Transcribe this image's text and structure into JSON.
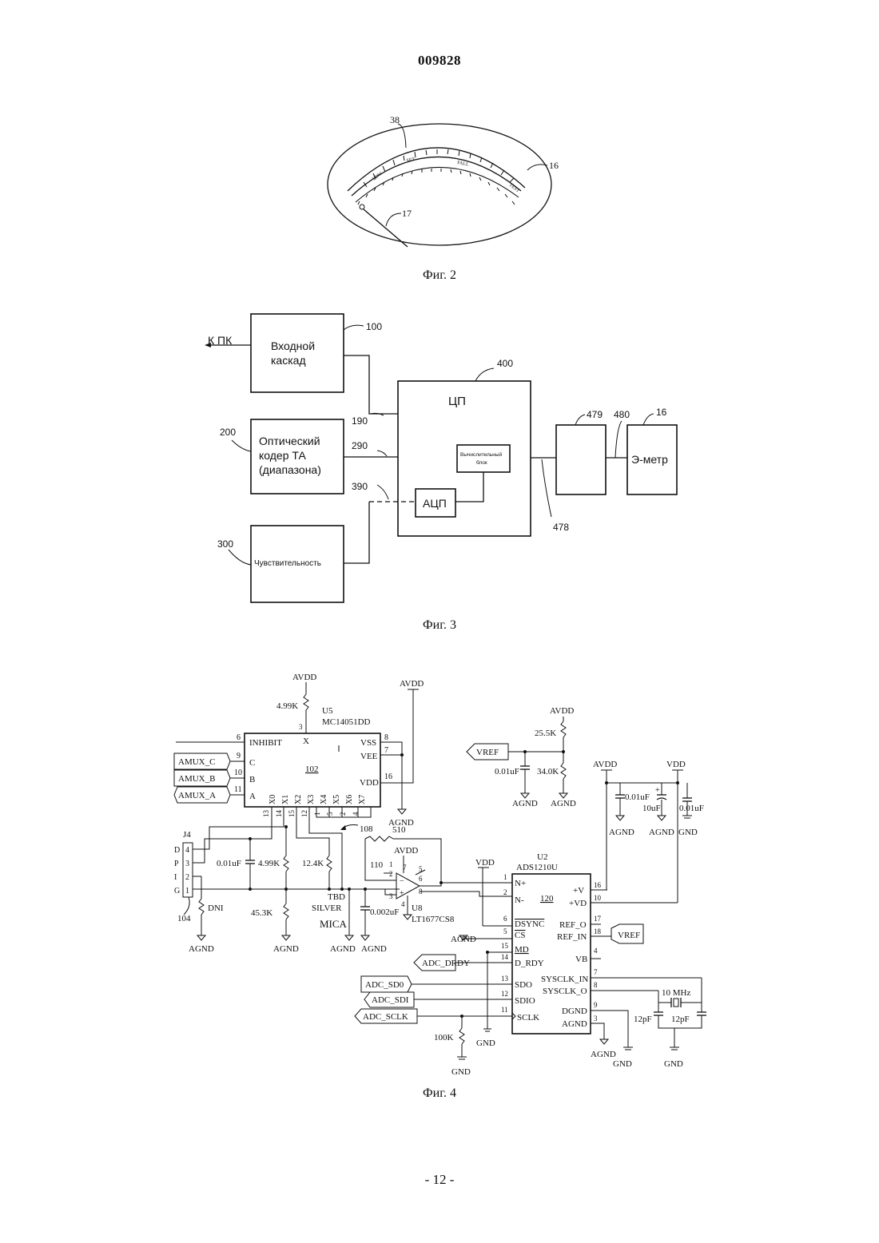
{
  "header": {
    "doc_number": "009828"
  },
  "fig2": {
    "caption": "Фиг. 2",
    "refs": {
      "scale": "38",
      "meter": "16",
      "needle": "17"
    },
    "scale_marks": [
      "LOW",
      "SET",
      "FALL",
      "TEST"
    ]
  },
  "fig3": {
    "caption": "Фиг. 3",
    "to_pc": "К ПК",
    "blocks": {
      "input": "Входной каскад",
      "input_l1": "Входной",
      "input_l2": "каскад",
      "optical_l1": "Оптический",
      "optical_l2": "кодер ТА",
      "optical_l3": "(диапазона)",
      "sensitivity": "Чувствительность",
      "cpu": "ЦП",
      "compute_l1": "Вычислительный",
      "compute_l2": "блок",
      "adc": "АЦП",
      "emeter": "Э-метр"
    },
    "refs": {
      "r100": "100",
      "r190": "190",
      "r200": "200",
      "r290": "290",
      "r300": "300",
      "r390": "390",
      "r400": "400",
      "r478": "478",
      "r479": "479",
      "r480": "480",
      "r16": "16"
    }
  },
  "fig4": {
    "caption": "Фиг. 4",
    "u5": {
      "ref": "U5",
      "part": "MC14051DD",
      "num": "102",
      "supply": "AVDD",
      "res": "4.99K",
      "pins_left": [
        {
          "n": "6",
          "name": "INHIBIT"
        },
        {
          "n": "9",
          "name": "C"
        },
        {
          "n": "10",
          "name": "B"
        },
        {
          "n": "11",
          "name": "A"
        }
      ],
      "pins_right": [
        {
          "n": "8",
          "name": "VSS"
        },
        {
          "n": "7",
          "name": "VEE"
        },
        {
          "n": "16",
          "name": "VDD"
        }
      ],
      "x_label": "X",
      "x_pin": "3",
      "bottom_names": [
        "X0",
        "X1",
        "X2",
        "X3",
        "X4",
        "X5",
        "X6",
        "X7"
      ],
      "bottom_pins": [
        "13",
        "14",
        "15",
        "12",
        "1",
        "5",
        "2",
        "4"
      ]
    },
    "amux": [
      "AMUX_C",
      "AMUX_B",
      "AMUX_A"
    ],
    "avdd": "AVDD",
    "agnd": "AGND",
    "gnd": "GND",
    "vdd": "VDD",
    "vref": "VREF",
    "vref_res_top": "25.5K",
    "vref_res_bot": "34.0K",
    "vref_cap": "0.01uF",
    "j4": {
      "ref": "J4",
      "pins": [
        "4",
        "3",
        "2",
        "1"
      ],
      "ref_num": "104",
      "res": "DNI",
      "side": [
        "D",
        "P",
        "I",
        "G"
      ]
    },
    "front": {
      "cap1": "0.01uF",
      "r1": "4.99K",
      "r2": "12.4K",
      "r3": "45.3K",
      "tbd_l1": "TBD",
      "tbd_l2": "SILVER",
      "tbd_l3": "MICA",
      "cap2": "0.002uF",
      "ref108": "108",
      "r510": "510"
    },
    "u8": {
      "ref": "U8",
      "part": "LT1677CS8",
      "num": "110",
      "pins": [
        "1",
        "7",
        "2",
        "3",
        "4",
        "5",
        "6",
        "8"
      ]
    },
    "u2": {
      "ref": "U2",
      "part": "ADS1210U",
      "num": "120",
      "left": [
        {
          "n": "1",
          "name": "N+"
        },
        {
          "n": "2",
          "name": "N-"
        },
        {
          "n": "6",
          "name": "DSYNC"
        },
        {
          "n": "5",
          "name": "CS"
        },
        {
          "n": "15",
          "name": "MD"
        },
        {
          "n": "14",
          "name": "D_RDY"
        },
        {
          "n": "13",
          "name": "SDO"
        },
        {
          "n": "12",
          "name": "SDIO"
        },
        {
          "n": "11",
          "name": "SCLK"
        }
      ],
      "right": [
        {
          "n": "16",
          "name": "+V"
        },
        {
          "n": "10",
          "name": "+VD"
        },
        {
          "n": "17",
          "name": "REF_O"
        },
        {
          "n": "18",
          "name": "REF_IN"
        },
        {
          "n": "4",
          "name": "VB"
        },
        {
          "n": "7",
          "name": "SYSCLK_IN"
        },
        {
          "n": "8",
          "name": "SYSCLK_O"
        },
        {
          "n": "9",
          "name": "DGND"
        },
        {
          "n": "3",
          "name": "AGND"
        }
      ]
    },
    "signals": [
      "ADC_DRDY",
      "ADC_SD0",
      "ADC_SDI",
      "ADC_SCLK"
    ],
    "decoupling": {
      "c1": "0.01uF",
      "c2": "10uF",
      "c3": "0.01uF"
    },
    "crystal": "10 MHz",
    "xcap": "12pF",
    "pullup": "100K"
  },
  "footer": {
    "page": "- 12 -"
  }
}
